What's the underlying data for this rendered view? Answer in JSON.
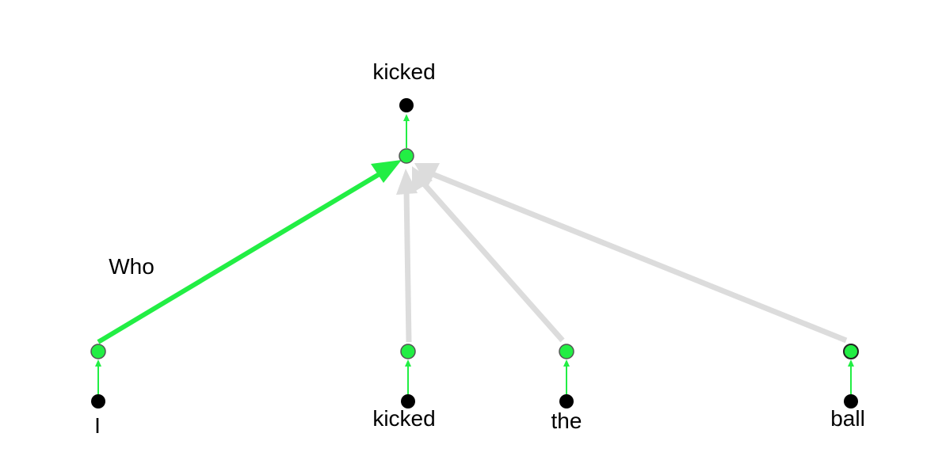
{
  "diagram": {
    "root_label": "kicked",
    "edge_label": "Who",
    "tokens": [
      "I",
      "kicked",
      "the",
      "ball"
    ],
    "colors": {
      "background": "#ffffff",
      "highlight": "#22ee44",
      "inactive_edge": "#dcdcdc",
      "token_node": "#000000",
      "node_outline": "#555555",
      "text": "#000000"
    }
  }
}
